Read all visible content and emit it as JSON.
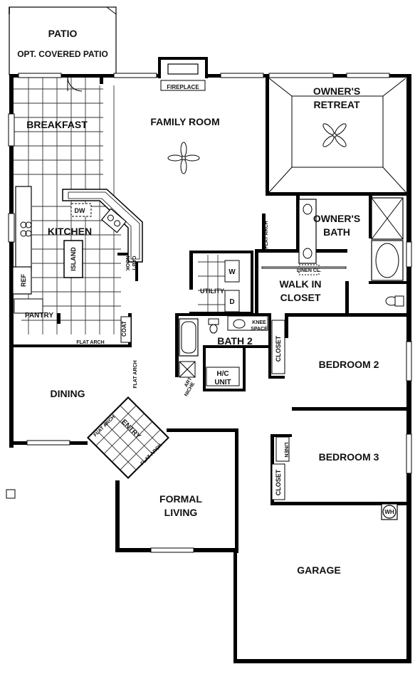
{
  "rooms": {
    "patio": "PATIO",
    "opt_covered_patio": "OPT. COVERED PATIO",
    "fireplace": "FIREPLACE",
    "family_room": "FAMILY ROOM",
    "owners_retreat_1": "OWNER'S",
    "owners_retreat_2": "RETREAT",
    "breakfast": "BREAKFAST",
    "kitchen": "KITCHEN",
    "dw": "DW",
    "island": "ISLAND",
    "ref": "REF",
    "pantry": "PANTRY",
    "flat_arch": "FLAT ARCH",
    "coat": "COAT",
    "utility": "UTILITY",
    "w": "W",
    "d": "D",
    "owners_bath_1": "OWNER'S",
    "owners_bath_2": "BATH",
    "walk_in_closet_1": "WALK IN",
    "walk_in_closet_2": "CLOSET",
    "linen_closet": "LINEN CL.",
    "bath2": "BATH 2",
    "knee_space_1": "KNEE",
    "knee_space_2": "SPACE",
    "closet": "CLOSET",
    "bedroom2": "BEDROOM 2",
    "bedroom3": "BEDROOM 3",
    "linen": "LINEN",
    "hc_unit_1": "H/C",
    "hc_unit_2": "UNIT",
    "art_niche_1": "ART",
    "art_niche_2": "NICHE",
    "dining": "DINING",
    "entry": "ENTRY",
    "formal_living_1": "FORMAL",
    "formal_living_2": "LIVING",
    "garage": "GARAGE",
    "wh": "WH",
    "nook_cabinet_1": "NOOK",
    "nook_cabinet_2": "CAB'T"
  }
}
